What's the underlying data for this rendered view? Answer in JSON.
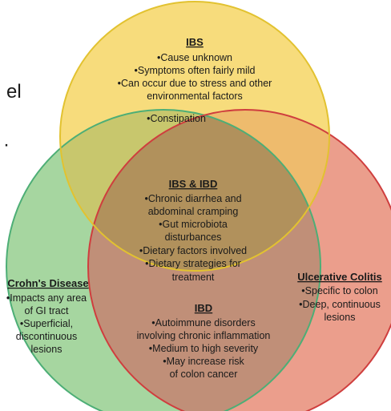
{
  "colors": {
    "ibs_fill": "#f7dc7c",
    "ibs_stroke": "#e2c230",
    "crohns_fill": "#a6d6a0",
    "crohns_stroke": "#4dae76",
    "uc_fill": "#eb9e8c",
    "uc_stroke": "#cf3e3e"
  },
  "circles": {
    "ibs": {
      "title": "IBS",
      "lines": [
        "•Cause unknown",
        "•Symptoms often fairly mild",
        "•Can occur due to stress and other",
        "environmental factors"
      ],
      "extra": "•Constipation"
    },
    "overlap_ibs_ibd": {
      "title": "IBS & IBD",
      "lines": [
        "•Chronic diarrhea and",
        "abdominal cramping",
        "•Gut microbiota",
        "disturbances",
        "•Dietary factors involved",
        "•Dietary strategies for",
        "treatment"
      ]
    },
    "crohns": {
      "title": "Crohn's Disease",
      "lines": [
        "•Impacts any area",
        "of GI tract",
        "•Superficial,",
        "discontinuous",
        "lesions"
      ]
    },
    "ulcerative_colitis": {
      "title": "Ulcerative Colitis",
      "lines": [
        "•Specific to colon",
        "•Deep, continuous",
        "lesions"
      ]
    },
    "ibd": {
      "title": "IBD",
      "lines": [
        "•Autoimmune disorders",
        "involving chronic inflammation",
        "•Medium to high severity",
        "•May increase risk",
        "of colon cancer"
      ]
    }
  },
  "edge_text": {
    "left_fragment": "el",
    "left_dot": "·"
  }
}
